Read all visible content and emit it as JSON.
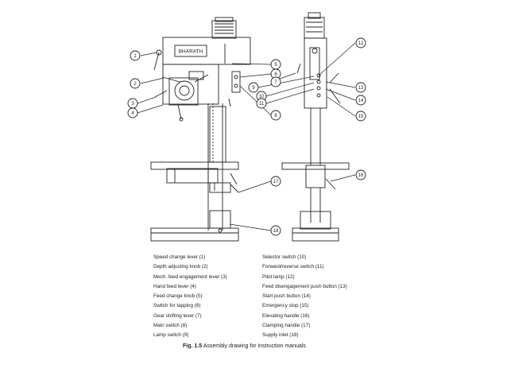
{
  "figure": {
    "machine_badge": "BHARATH",
    "caption_label": "Fig. 1.5",
    "caption_text": "Assembly drawing for instruction manuals"
  },
  "callouts": [
    "1",
    "2",
    "3",
    "4",
    "5",
    "6",
    "7",
    "8",
    "9",
    "10",
    "11",
    "12",
    "13",
    "14",
    "15",
    "16",
    "17",
    "18"
  ],
  "legend": {
    "left": [
      "Speed change lever (1)",
      "Depth adjusting knob (2)",
      "Mech. feed engagement lever (3)",
      "Hand feed lever (4)",
      "Feed change knob (5)",
      "Switch for tapping (6)",
      "Gear shifting lever (7)",
      "Main switch (8)",
      "Lamp switch (9)"
    ],
    "right": [
      "Selector switch (10)",
      "Forward/reverse switch (11)",
      "Pilot lamp (12)",
      "Feed disengagement push button (13)",
      "Start push button (14)",
      "Emergency stop (15)",
      "Elevating handle (16)",
      "Clamping handle (17)",
      "Supply inlet (18)"
    ]
  }
}
